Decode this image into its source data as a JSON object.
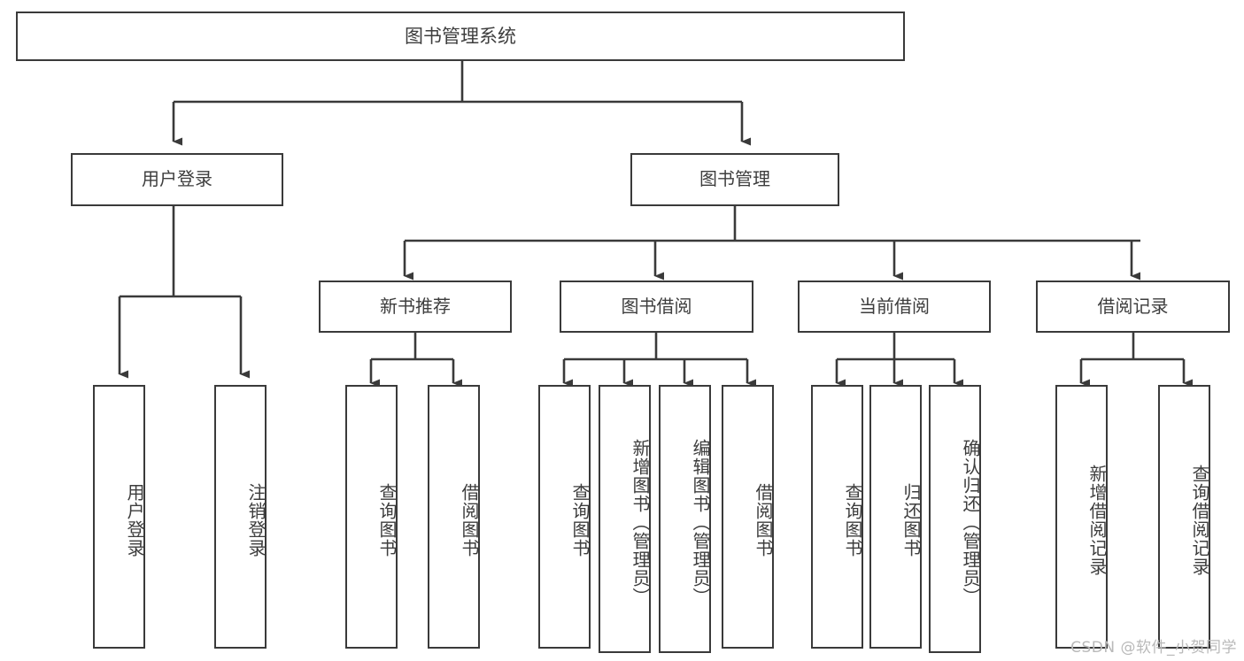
{
  "diagram": {
    "title": "图书管理系统",
    "type": "tree-hierarchy-diagram",
    "root": {
      "label": "图书管理系统"
    },
    "level2": [
      {
        "id": "user-login",
        "label": "用户登录"
      },
      {
        "id": "book-management",
        "label": "图书管理"
      }
    ],
    "level3": [
      {
        "id": "new-book-recommend",
        "label": "新书推荐",
        "parent": "book-management"
      },
      {
        "id": "book-borrow",
        "label": "图书借阅",
        "parent": "book-management"
      },
      {
        "id": "current-borrow",
        "label": "当前借阅",
        "parent": "book-management"
      },
      {
        "id": "borrow-record",
        "label": "借阅记录",
        "parent": "book-management"
      }
    ],
    "leaves": [
      {
        "id": "leaf-user-login",
        "label": "用户登录",
        "parent": "user-login"
      },
      {
        "id": "leaf-logout-login",
        "label": "注销登录",
        "parent": "user-login"
      },
      {
        "id": "leaf-query-book-1",
        "label": "查询图书",
        "parent": "new-book-recommend"
      },
      {
        "id": "leaf-borrow-book-1",
        "label": "借阅图书",
        "parent": "new-book-recommend"
      },
      {
        "id": "leaf-query-book-2",
        "label": "查询图书",
        "parent": "book-borrow"
      },
      {
        "id": "leaf-add-book-admin",
        "label": "新增图书（管理员）",
        "parent": "book-borrow"
      },
      {
        "id": "leaf-edit-book-admin",
        "label": "编辑图书（管理员）",
        "parent": "book-borrow"
      },
      {
        "id": "leaf-borrow-book-2",
        "label": "借阅图书",
        "parent": "book-borrow"
      },
      {
        "id": "leaf-query-book-3",
        "label": "查询图书",
        "parent": "current-borrow"
      },
      {
        "id": "leaf-return-book",
        "label": "归还图书",
        "parent": "current-borrow"
      },
      {
        "id": "leaf-confirm-return-admin",
        "label": "确认归还（管理员）",
        "parent": "current-borrow"
      },
      {
        "id": "leaf-add-borrow-record",
        "label": "新增借阅记录",
        "parent": "borrow-record"
      },
      {
        "id": "leaf-query-borrow-record",
        "label": "查询借阅记录",
        "parent": "borrow-record"
      }
    ],
    "colors": {
      "stroke": "#3a3a3a",
      "text": "#3d3d3d",
      "background": "#ffffff",
      "watermark": "#b9b9b9"
    }
  },
  "watermark": {
    "text": "CSDN @软件_小贺同学"
  }
}
